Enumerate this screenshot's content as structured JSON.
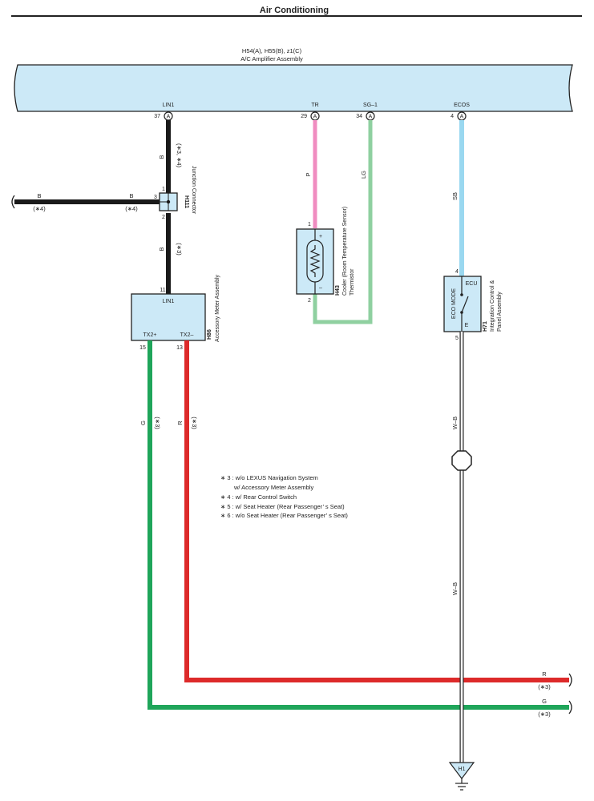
{
  "page": {
    "title": "Air Conditioning"
  },
  "amplifier": {
    "connectors": "H54(A), H55(B), z1(C)",
    "name": "A/C Amplifier Assembly",
    "pins": [
      {
        "label": "LIN1",
        "number": "37",
        "connector": "A"
      },
      {
        "label": "TR",
        "number": "29",
        "connector": "A"
      },
      {
        "label": "SG–1",
        "number": "34",
        "connector": "A"
      },
      {
        "label": "ECOS",
        "number": "4",
        "connector": "A"
      }
    ]
  },
  "junction": {
    "code": "H111",
    "name": "Junction Connector",
    "pins": {
      "top": "1",
      "left": "3",
      "bottom": "2"
    }
  },
  "meter": {
    "code": "H86",
    "name": "Accessory Meter Assembly",
    "top_label": "LIN1",
    "top_pin": "11",
    "left_label": "TX2+",
    "left_pin": "15",
    "right_label": "TX2–",
    "right_pin": "13"
  },
  "cooler": {
    "code": "H43",
    "name_line1": "Cooler (Room Temperature Sensor)",
    "name_line2": "Thermistor",
    "pin_top": "1",
    "pin_bottom": "2",
    "plus": "+",
    "minus": "–"
  },
  "panel": {
    "code": "H71",
    "name_line1": "Integration Control &",
    "name_line2": "Panel Assembly",
    "pin_top": "4",
    "pin_bottom": "5",
    "eco": "ECO MODE",
    "ecu": "ECU",
    "e": "E"
  },
  "ground": {
    "label": "H1"
  },
  "wires": {
    "lin_color": "B",
    "lin_cond_top": "(∗3, ∗4)",
    "lin_cond_mid": "(∗3)",
    "branch_color_left": "B",
    "branch_color_right": "B",
    "branch_cond_left": "(∗4)",
    "branch_cond_right": "(∗4)",
    "tr_color": "P",
    "sg_color": "LG",
    "ecos_color": "SB",
    "gnd_color_1": "W–B",
    "gnd_color_2": "W–B",
    "tx2p_color": "G",
    "tx2p_cond": "(∗3)",
    "tx2m_color": "R",
    "tx2m_cond": "(∗3)",
    "right_r_color": "R",
    "right_r_cond": "(∗3)",
    "right_g_color": "G",
    "right_g_cond": "(∗3)"
  },
  "notes": [
    "∗ 3 : w/o LEXUS Navigation System",
    "w/ Accessory Meter Assembly",
    "∗ 4 : w/ Rear Control Switch",
    "∗ 5 : w/ Seat Heater (Rear Passenger’ s Seat)",
    "∗ 6 : w/o Seat Heater (Rear Passenger’ s Seat)"
  ],
  "colors": {
    "box_fill": "#cce9f7",
    "wire_black": "#1a1a1a",
    "wire_pink": "#f08cc0",
    "wire_lightgreen": "#8fd0a0",
    "wire_skyblue": "#9ad8f0",
    "wire_green": "#1fa55a",
    "wire_red": "#dd2a2a"
  }
}
